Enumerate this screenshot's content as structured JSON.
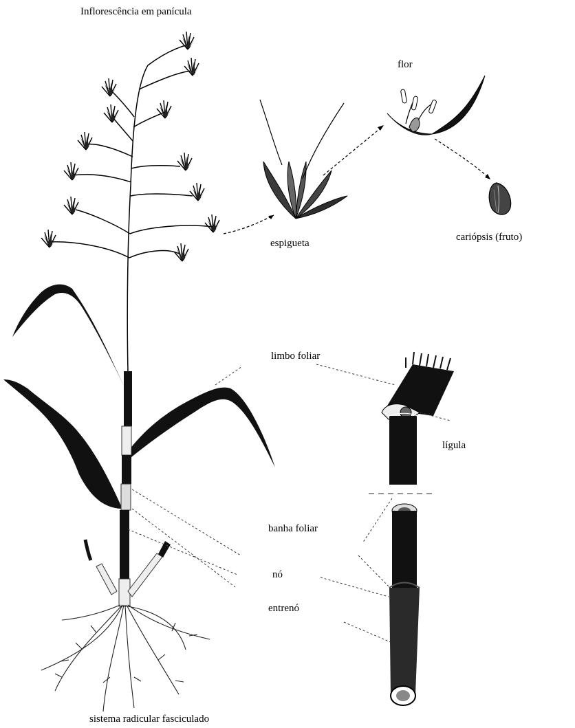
{
  "labels": {
    "inflorescence": "Inflorescência em panícula",
    "flower": "flor",
    "spikelet": "espigueta",
    "caryopsis": "cariópsis (fruto)",
    "leaf_blade": "limbo foliar",
    "ligule": "lígula",
    "leaf_sheath": "banha foliar",
    "node": "nó",
    "internode": "entrenó",
    "root_system": "sistema radicular fasciculado"
  }
}
